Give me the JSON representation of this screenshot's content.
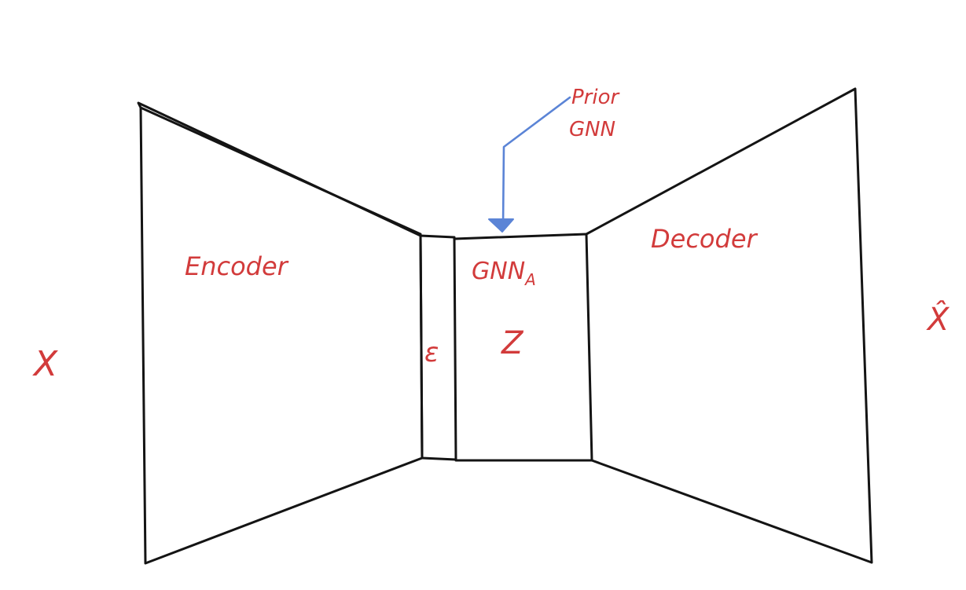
{
  "labels": {
    "input": "X",
    "encoder": "Encoder",
    "noise": "ε",
    "latent": "Z",
    "latent_gnn": "GNN",
    "latent_gnn_subscript": "A",
    "decoder": "Decoder",
    "output": "X̂",
    "prior_line1": "Prior",
    "prior_line2": "GNN"
  },
  "colors": {
    "ink": "#141414",
    "label": "#d23b3b",
    "arrow": "#5b84d6",
    "background": "#ffffff"
  }
}
